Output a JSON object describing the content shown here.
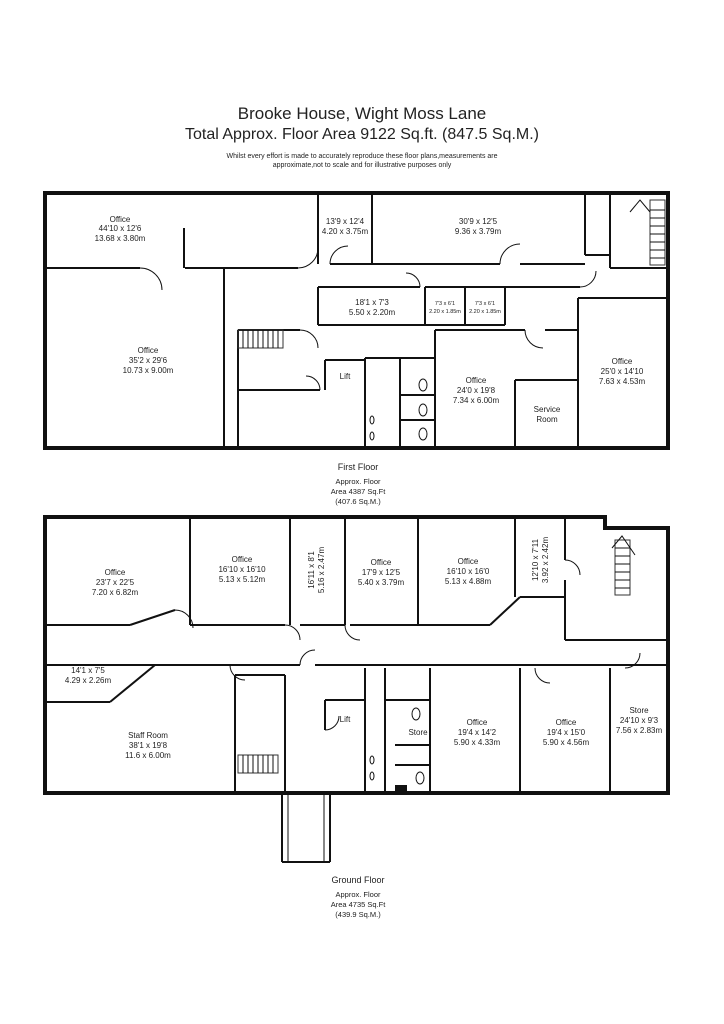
{
  "header": {
    "title": "Brooke House, Wight Moss Lane",
    "subtitle": "Total Approx. Floor Area 9122 Sq.ft. (847.5 Sq.M.)",
    "disclaimer_line1": "Whilst every effort is made to accurately reproduce these floor plans,measurements are",
    "disclaimer_line2": "approximate,not to scale and for illustrative purposes only"
  },
  "first_floor": {
    "label": "First Floor",
    "area_line1": "Approx. Floor",
    "area_line2": "Area 4387 Sq.Ft",
    "area_line3": "(407.6 Sq.M.)",
    "rooms": {
      "office_a": {
        "name": "Office",
        "imperial": "44'10 x 12'6",
        "metric": "13.68 x 3.80m"
      },
      "room_b": {
        "imperial": "13'9 x 12'4",
        "metric": "4.20 x 3.75m"
      },
      "room_c": {
        "imperial": "30'9 x 12'5",
        "metric": "9.36 x 3.79m"
      },
      "room_d": {
        "imperial": "18'1 x 7'3",
        "metric": "5.50 x 2.20m"
      },
      "room_e": {
        "imperial": "7'3 x 6'1",
        "metric": "2.20 x 1.85m"
      },
      "room_f": {
        "imperial": "7'3 x 6'1",
        "metric": "2.20 x 1.85m"
      },
      "office_g": {
        "name": "Office",
        "imperial": "35'2 x 29'6",
        "metric": "10.73 x 9.00m"
      },
      "lift": {
        "name": "Lift"
      },
      "office_h": {
        "name": "Office",
        "imperial": "24'0 x 19'8",
        "metric": "7.34 x 6.00m"
      },
      "service": {
        "name1": "Service",
        "name2": "Room"
      },
      "office_i": {
        "name": "Office",
        "imperial": "25'0 x 14'10",
        "metric": "7.63 x 4.53m"
      }
    }
  },
  "ground_floor": {
    "label": "Ground Floor",
    "area_line1": "Approx. Floor",
    "area_line2": "Area 4735 Sq.Ft",
    "area_line3": "(439.9 Sq.M.)",
    "rooms": {
      "office_a": {
        "name": "Office",
        "imperial": "23'7 x 22'5",
        "metric": "7.20 x 6.82m"
      },
      "office_b": {
        "name": "Office",
        "imperial": "16'10 x 16'10",
        "metric": "5.13 x 5.12m"
      },
      "room_c": {
        "imperial": "16'11 x 8'1",
        "metric": "5.16 x 2.47m"
      },
      "office_d": {
        "name": "Office",
        "imperial": "17'9 x 12'5",
        "metric": "5.40 x 3.79m"
      },
      "office_e": {
        "name": "Office",
        "imperial": "16'10 x 16'0",
        "metric": "5.13 x 4.88m"
      },
      "room_f": {
        "imperial": "12'10 x 7'11",
        "metric": "3.92 x 2.42m"
      },
      "room_g": {
        "imperial": "14'1 x 7'5",
        "metric": "4.29 x 2.26m"
      },
      "staff": {
        "name": "Staff Room",
        "imperial": "38'1 x 19'8",
        "metric": "11.6 x 6.00m"
      },
      "lift": {
        "name": "Lift"
      },
      "store_small": {
        "name": "Store"
      },
      "office_h": {
        "name": "Office",
        "imperial": "19'4 x 14'2",
        "metric": "5.90 x 4.33m"
      },
      "office_i": {
        "name": "Office",
        "imperial": "19'4 x 15'0",
        "metric": "5.90 x 4.56m"
      },
      "store": {
        "name": "Store",
        "imperial": "24'10 x 9'3",
        "metric": "7.56 x 2.83m"
      }
    }
  }
}
